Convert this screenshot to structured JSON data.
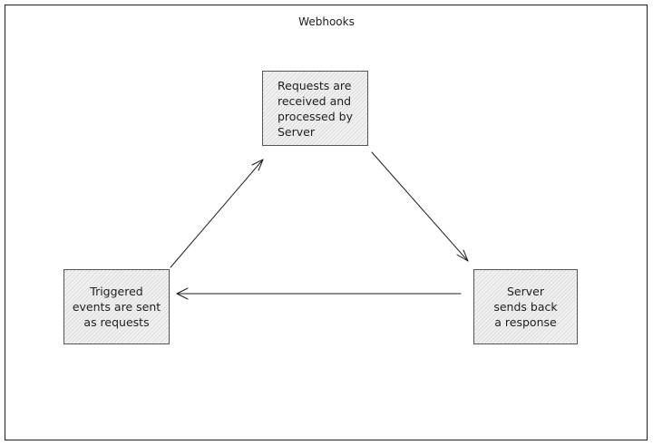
{
  "diagram": {
    "title": "Webhooks",
    "nodes": [
      {
        "id": "server",
        "label": "Requests are received and processed by Server"
      },
      {
        "id": "events",
        "label": "Triggered events are sent as requests"
      },
      {
        "id": "response",
        "label": "Server sends back a response"
      }
    ],
    "edges": [
      {
        "from": "events",
        "to": "server"
      },
      {
        "from": "server",
        "to": "response"
      },
      {
        "from": "response",
        "to": "events"
      }
    ],
    "colors": {
      "stroke": "#1e1e1e",
      "fill": "#e6e6e6"
    }
  }
}
